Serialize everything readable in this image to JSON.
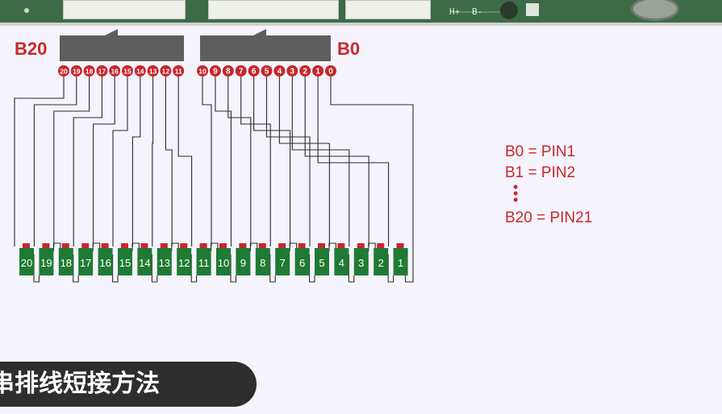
{
  "connector_left_label": "B20",
  "connector_right_label": "B0",
  "header_pins_left": [
    "20",
    "19",
    "18",
    "17",
    "16",
    "15",
    "14",
    "13",
    "12",
    "11"
  ],
  "header_pins_right": [
    "10",
    "9",
    "8",
    "7",
    "6",
    "5",
    "4",
    "3",
    "2",
    "1",
    "0"
  ],
  "cells": [
    "20",
    "19",
    "18",
    "17",
    "16",
    "15",
    "14",
    "13",
    "12",
    "11",
    "10",
    "9",
    "8",
    "7",
    "6",
    "5",
    "4",
    "3",
    "2",
    "1"
  ],
  "notes": {
    "line1": "B0 = PIN1",
    "line2": "B1 = PIN2",
    "line3": "B20 = PIN21"
  },
  "silkscreen": {
    "a": "H+",
    "b": "B-"
  },
  "title": "串排线短接方法",
  "colors": {
    "red": "#c8262d",
    "cell_green": "#1f7a34",
    "wire": "#2b2b2b",
    "connector_gray": "#5e5e5e"
  }
}
